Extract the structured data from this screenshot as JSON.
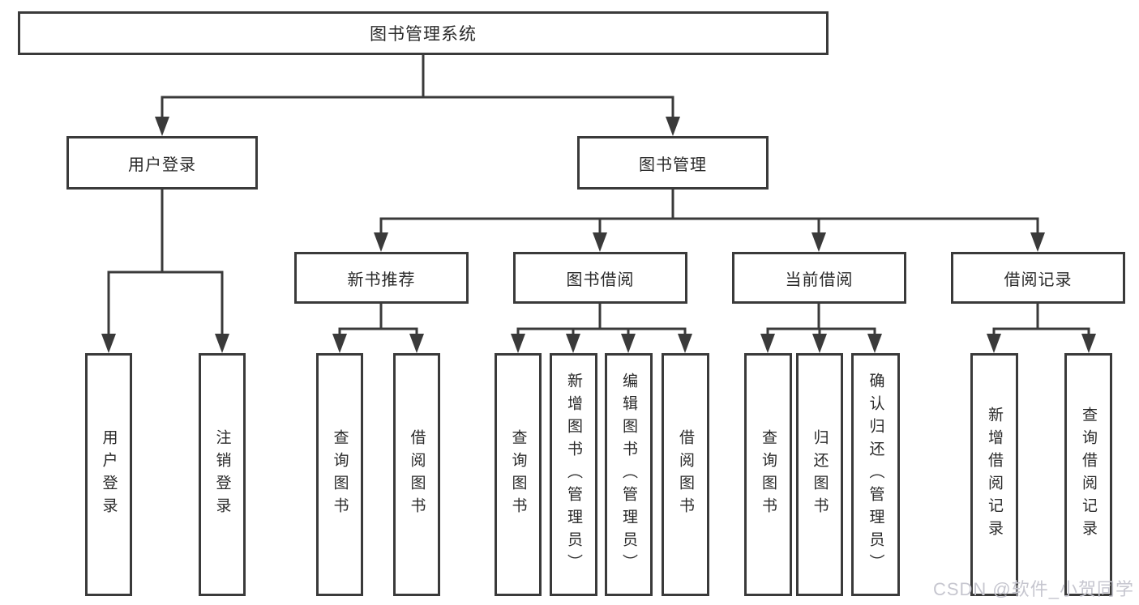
{
  "nodes": {
    "root": "图书管理系统",
    "userLogin": "用户登录",
    "bookMgmt": "图书管理",
    "newBooks": "新书推荐",
    "bookBorrow": "图书借阅",
    "currentBorrow": "当前借阅",
    "borrowRecords": "借阅记录"
  },
  "leaves": {
    "userLogin": [
      "用户登录",
      "注销登录"
    ],
    "newBooks": [
      "查询图书",
      "借阅图书"
    ],
    "bookBorrow": [
      "查询图书",
      "新增图书（管理员）",
      "编辑图书（管理员）",
      "借阅图书"
    ],
    "currentBorrow": [
      "查询图书",
      "归还图书",
      "确认归还（管理员）"
    ],
    "borrowRecords": [
      "新增借阅记录",
      "查询借阅记录"
    ]
  },
  "watermark": "CSDN @软件_小贺同学",
  "colors": {
    "line": "#3a3a3a",
    "text": "#2a2a2a",
    "watermark": "#c6c6cf",
    "background": "#ffffff"
  }
}
